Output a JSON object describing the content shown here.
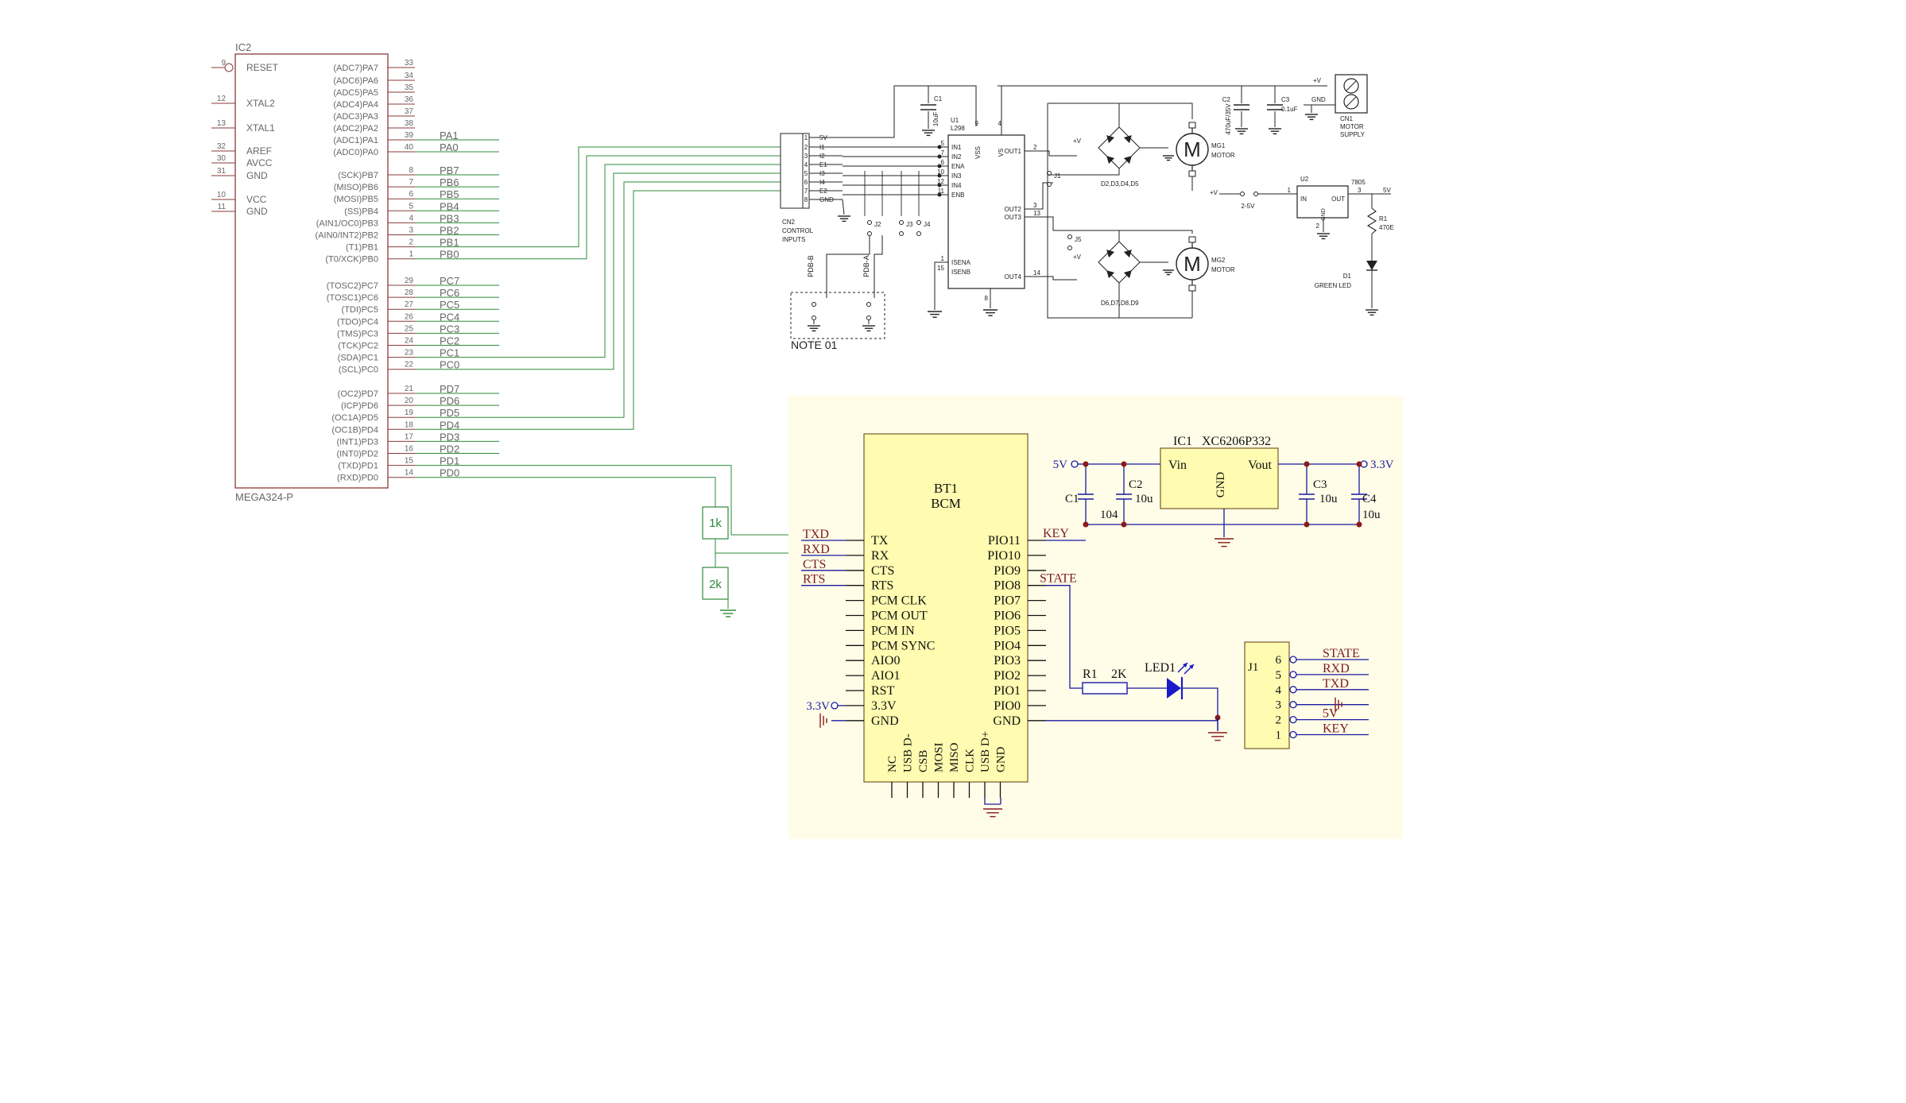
{
  "colors": {
    "ic2_body": "#8b3a3a",
    "ic2_text": "#666666",
    "wire_green": "#2e8b3a",
    "resistor_text": "#2e8b3a",
    "motor_ink": "#222222",
    "bt_panel": "#fffde8",
    "bt_chip": "#fffbb0",
    "bt_chip_border": "#7a5a2a",
    "bt_text": "#111111",
    "bt_net_label": "#7a1a1a",
    "bt_wire": "#1a1aa0",
    "bt_ground": "#8b1a1a",
    "led_blue": "#1a1acc",
    "junction": "#8b1a1a"
  },
  "ic2": {
    "ref": "IC2",
    "part": "MEGA324-P",
    "left_pins": [
      {
        "num": "9",
        "name": "RESET"
      },
      {
        "num": "12",
        "name": "XTAL2"
      },
      {
        "num": "13",
        "name": "XTAL1"
      },
      {
        "num": "32",
        "name": "AREF"
      },
      {
        "num": "30",
        "name": "AVCC"
      },
      {
        "num": "31",
        "name": "GND"
      },
      {
        "num": "10",
        "name": "VCC"
      },
      {
        "num": "11",
        "name": "GND"
      }
    ],
    "right_pins": [
      {
        "num": "33",
        "name": "(ADC7)PA7",
        "net": ""
      },
      {
        "num": "34",
        "name": "(ADC6)PA6",
        "net": ""
      },
      {
        "num": "35",
        "name": "(ADC5)PA5",
        "net": ""
      },
      {
        "num": "36",
        "name": "(ADC4)PA4",
        "net": ""
      },
      {
        "num": "37",
        "name": "(ADC3)PA3",
        "net": ""
      },
      {
        "num": "38",
        "name": "(ADC2)PA2",
        "net": ""
      },
      {
        "num": "39",
        "name": "(ADC1)PA1",
        "net": "PA1"
      },
      {
        "num": "40",
        "name": "(ADC0)PA0",
        "net": "PA0"
      },
      {
        "num": "8",
        "name": "(SCK)PB7",
        "net": "PB7"
      },
      {
        "num": "7",
        "name": "(MISO)PB6",
        "net": "PB6"
      },
      {
        "num": "6",
        "name": "(MOSI)PB5",
        "net": "PB5"
      },
      {
        "num": "5",
        "name": "(SS)PB4",
        "net": "PB4"
      },
      {
        "num": "4",
        "name": "(AIN1/OC0)PB3",
        "net": "PB3"
      },
      {
        "num": "3",
        "name": "(AIN0/INT2)PB2",
        "net": "PB2"
      },
      {
        "num": "2",
        "name": "(T1)PB1",
        "net": "PB1"
      },
      {
        "num": "1",
        "name": "(T0/XCK)PB0",
        "net": "PB0"
      },
      {
        "num": "29",
        "name": "(TOSC2)PC7",
        "net": "PC7"
      },
      {
        "num": "28",
        "name": "(TOSC1)PC6",
        "net": "PC6"
      },
      {
        "num": "27",
        "name": "(TDI)PC5",
        "net": "PC5"
      },
      {
        "num": "26",
        "name": "(TDO)PC4",
        "net": "PC4"
      },
      {
        "num": "25",
        "name": "(TMS)PC3",
        "net": "PC3"
      },
      {
        "num": "24",
        "name": "(TCK)PC2",
        "net": "PC2"
      },
      {
        "num": "23",
        "name": "(SDA)PC1",
        "net": "PC1"
      },
      {
        "num": "22",
        "name": "(SCL)PC0",
        "net": "PC0"
      },
      {
        "num": "21",
        "name": "(OC2)PD7",
        "net": "PD7"
      },
      {
        "num": "20",
        "name": "(ICP)PD6",
        "net": "PD6"
      },
      {
        "num": "19",
        "name": "(OC1A)PD5",
        "net": "PD5"
      },
      {
        "num": "18",
        "name": "(OC1B)PD4",
        "net": "PD4"
      },
      {
        "num": "17",
        "name": "(INT1)PD3",
        "net": "PD3"
      },
      {
        "num": "16",
        "name": "(INT0)PD2",
        "net": "PD2"
      },
      {
        "num": "15",
        "name": "(TXD)PD1",
        "net": "PD1"
      },
      {
        "num": "14",
        "name": "(RXD)PD0",
        "net": "PD0"
      }
    ]
  },
  "resistors": {
    "r_top": "1k",
    "r_bottom": "2k"
  },
  "motor": {
    "cn2": {
      "pins": [
        {
          "num": "1",
          "name": "5V"
        },
        {
          "num": "2",
          "name": "I1"
        },
        {
          "num": "3",
          "name": "I2"
        },
        {
          "num": "4",
          "name": "E1"
        },
        {
          "num": "5",
          "name": "I3"
        },
        {
          "num": "6",
          "name": "I4"
        },
        {
          "num": "7",
          "name": "E2"
        },
        {
          "num": "8",
          "name": "GND"
        }
      ],
      "label1": "CN2",
      "label2": "CONTROL",
      "label3": "INPUTS"
    },
    "u1": {
      "ref": "U1",
      "part": "L298",
      "left_pins": [
        {
          "num": "5",
          "name": "IN1"
        },
        {
          "num": "7",
          "name": "IN2"
        },
        {
          "num": "6",
          "name": "ENA"
        },
        {
          "num": "10",
          "name": "IN3"
        },
        {
          "num": "12",
          "name": "IN4"
        },
        {
          "num": "11",
          "name": "ENB"
        }
      ],
      "right_pins": [
        {
          "num": "2",
          "name": "OUT1"
        },
        {
          "num": "3",
          "name": "OUT2"
        },
        {
          "num": "13",
          "name": "OUT3"
        },
        {
          "num": "14",
          "name": "OUT4"
        }
      ],
      "isena": {
        "num": "1",
        "name": "ISENA"
      },
      "isenb": {
        "num": "15",
        "name": "ISENB"
      },
      "vss": {
        "num": "9",
        "name": "VSS"
      },
      "vs": {
        "num": "4",
        "name": "VS"
      },
      "gnd": "8"
    },
    "c1": {
      "ref": "C1",
      "val": "10uF"
    },
    "c2": {
      "ref": "C2",
      "val": "470uF/35V"
    },
    "c3": {
      "ref": "C3",
      "val": "0.1uF"
    },
    "jumpers": [
      "J1",
      "J2",
      "J3",
      "J4",
      "J5"
    ],
    "pdb": [
      "PDB-B",
      "PDB-A"
    ],
    "note": "NOTE 01",
    "mg1": {
      "ref": "MG1",
      "type": "MOTOR",
      "symbol": "M"
    },
    "mg2": {
      "ref": "MG2",
      "type": "MOTOR",
      "symbol": "M"
    },
    "bridge1": "D2,D3,D4,D5",
    "bridge2": "D6,D7,D8,D9",
    "cn1": {
      "ref": "CN1",
      "l1": "MOTOR",
      "l2": "SUPPLY",
      "gnd": "GND",
      "vplus": "+V"
    },
    "u2": {
      "ref": "U2",
      "part": "7805",
      "in": "IN",
      "out": "OUT",
      "gnd": "GND",
      "pin1": "1",
      "pin2": "2",
      "pin3": "3"
    },
    "jp_2_5v": "2-5V",
    "vplus": "+V",
    "out_5v": "5V",
    "r1": {
      "ref": "R1",
      "val": "470E"
    },
    "d1": {
      "ref": "D1",
      "val": "GREEN LED"
    },
    "pin_nums": {
      "o1": "2",
      "o2": "3",
      "o3": "13",
      "o4": "14",
      "isa": "1",
      "isb": "15"
    }
  },
  "bt": {
    "chip_ref": "BT1",
    "chip_part": "BCM",
    "left_pins": [
      "TX",
      "RX",
      "CTS",
      "RTS",
      "PCM CLK",
      "PCM OUT",
      "PCM IN",
      "PCM SYNC",
      "AIO0",
      "AIO1",
      "RST",
      "3.3V",
      "GND"
    ],
    "right_pins": [
      "PIO11",
      "PIO10",
      "PIO9",
      "PIO8",
      "PIO7",
      "PIO6",
      "PIO5",
      "PIO4",
      "PIO3",
      "PIO2",
      "PIO1",
      "PIO0",
      "GND"
    ],
    "bottom_pins": [
      "NC",
      "USB D-",
      "CSB",
      "MOSI",
      "MISO",
      "CLK",
      "USB D+",
      "GND"
    ],
    "net_labels": {
      "txd": "TXD",
      "rxd": "RXD",
      "cts": "CTS",
      "rts": "RTS",
      "key": "KEY",
      "state": "STATE"
    },
    "supply_33": "3.3V",
    "ic1": {
      "ref": "IC1",
      "part": "XC6206P332",
      "vin": "Vin",
      "vout": "Vout",
      "gnd": "GND"
    },
    "v5": "5V",
    "v33": "3.3V",
    "c1": {
      "ref": "C1",
      "val": "104"
    },
    "c2": {
      "ref": "C2",
      "val": "10u"
    },
    "c3": {
      "ref": "C3",
      "val": "10u"
    },
    "c4": {
      "ref": "C4",
      "val": "10u"
    },
    "r1": {
      "ref": "R1",
      "val": "2K"
    },
    "led": "LED1",
    "j1": {
      "ref": "J1",
      "pins": [
        {
          "num": "6",
          "net": "STATE"
        },
        {
          "num": "5",
          "net": "RXD"
        },
        {
          "num": "4",
          "net": "TXD"
        },
        {
          "num": "3",
          "net": ""
        },
        {
          "num": "2",
          "net": "5V"
        },
        {
          "num": "1",
          "net": "KEY"
        }
      ]
    }
  }
}
